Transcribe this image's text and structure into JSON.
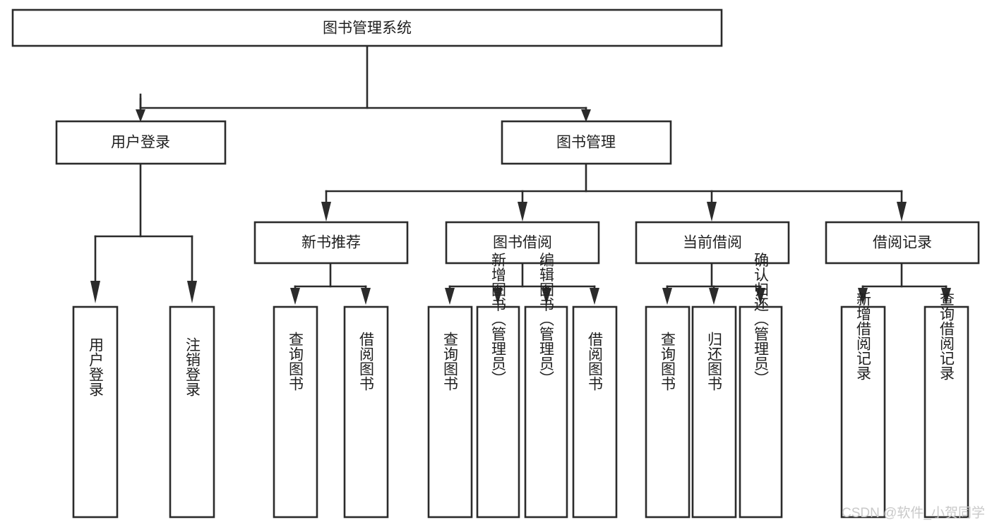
{
  "diagram": {
    "title": "图书管理系统",
    "type": "tree-hierarchy-chart",
    "orientation": "top-down",
    "colors": {
      "background": "#ffffff",
      "box_stroke": "#2b2b2b",
      "box_fill": "#ffffff",
      "text": "#1f1f1f",
      "connector": "#2b2b2b",
      "watermark": "#c9c9c9"
    },
    "root": {
      "label": "图书管理系统"
    },
    "level2": [
      {
        "id": "user-login",
        "label": "用户登录"
      },
      {
        "id": "book-management",
        "label": "图书管理"
      }
    ],
    "level3": [
      {
        "id": "new-book-recommend",
        "label": "新书推荐",
        "parent": "book-management"
      },
      {
        "id": "book-borrow",
        "label": "图书借阅",
        "parent": "book-management"
      },
      {
        "id": "current-borrow",
        "label": "当前借阅",
        "parent": "book-management"
      },
      {
        "id": "borrow-record",
        "label": "借阅记录",
        "parent": "book-management"
      }
    ],
    "leaves": {
      "user-login": [
        {
          "id": "leaf-user-login",
          "label": "用户登录"
        },
        {
          "id": "leaf-logout",
          "label": "注销登录"
        }
      ],
      "new-book-recommend": [
        {
          "id": "leaf-query-book-1",
          "label": "查询图书"
        },
        {
          "id": "leaf-borrow-book-1",
          "label": "借阅图书"
        }
      ],
      "book-borrow": [
        {
          "id": "leaf-query-book-2",
          "label": "查询图书"
        },
        {
          "id": "leaf-add-book",
          "label": "新增图书（管理员）"
        },
        {
          "id": "leaf-edit-book",
          "label": "编辑图书（管理员）"
        },
        {
          "id": "leaf-borrow-book-2",
          "label": "借阅图书"
        }
      ],
      "current-borrow": [
        {
          "id": "leaf-query-book-3",
          "label": "查询图书"
        },
        {
          "id": "leaf-return-book",
          "label": "归还图书"
        },
        {
          "id": "leaf-confirm-return",
          "label": "确认归还（管理员）"
        }
      ],
      "borrow-record": [
        {
          "id": "leaf-add-record",
          "label": "新增借阅记录"
        },
        {
          "id": "leaf-query-record",
          "label": "查询借阅记录"
        }
      ]
    }
  },
  "watermark": {
    "text": "CSDN @软件_小贺同学"
  }
}
